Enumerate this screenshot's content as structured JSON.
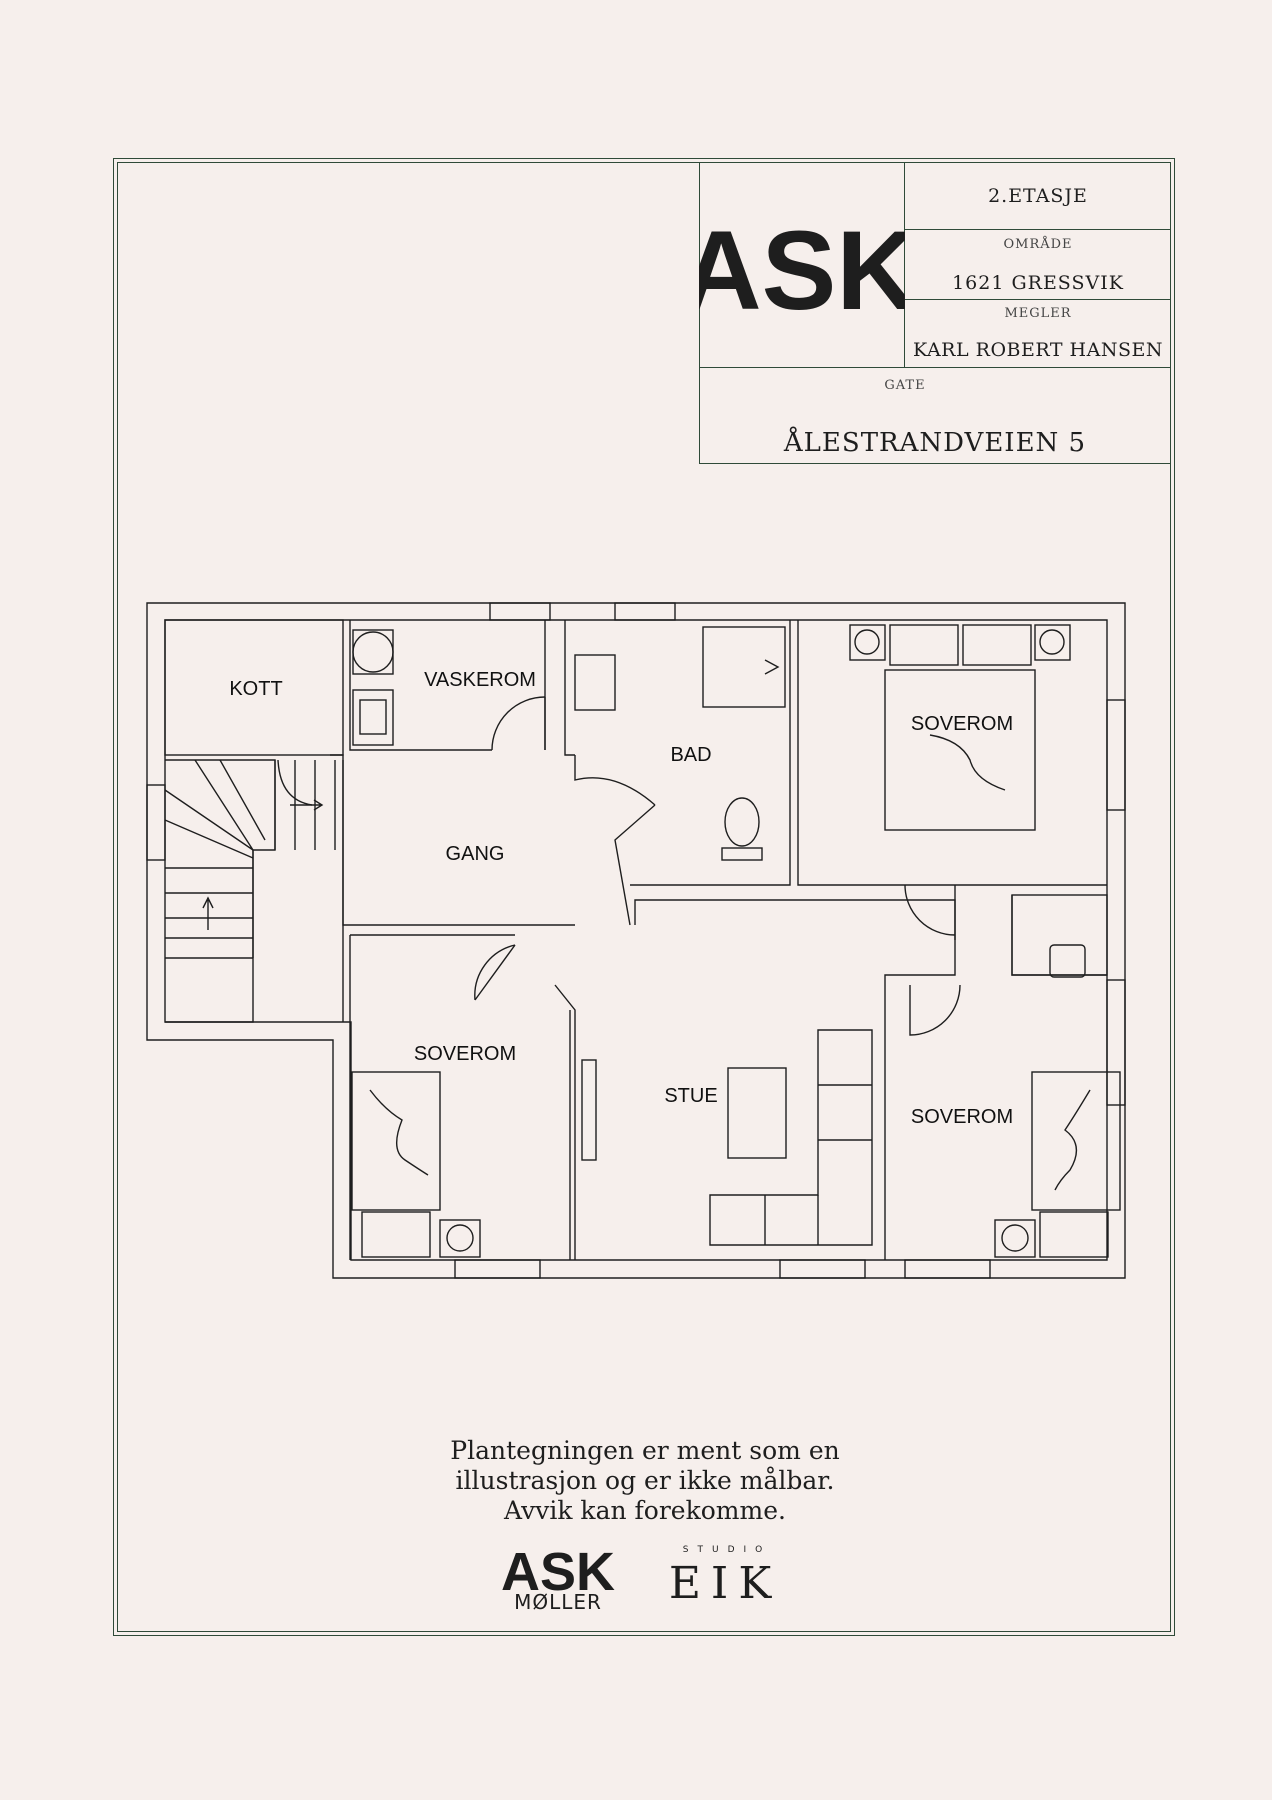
{
  "title_block": {
    "logo_text": "ASK",
    "floor": "2.ETASJE",
    "area_label": "OMRÅDE",
    "area_value": "1621 GRESSVIK",
    "broker_label": "MEGLER",
    "broker_value": "KARL ROBERT HANSEN",
    "street_label": "GATE",
    "street_value": "ÅLESTRANDVEIEN 5"
  },
  "rooms": {
    "kott": "KOTT",
    "vaskerom": "VASKEROM",
    "bad": "BAD",
    "soverom_top_right": "SOVEROM",
    "gang": "GANG",
    "soverom_bottom_left": "SOVEROM",
    "stue": "STUE",
    "soverom_bottom_right": "SOVEROM"
  },
  "disclaimer": {
    "line1": "Plantegningen er ment som en",
    "line2": "illustrasjon og er ikke målbar.",
    "line3": "Avvik kan forekomme."
  },
  "footer_logos": {
    "ask_moller_mark": "ASK",
    "ask_moller_word": "MØLLER",
    "studio_word": "STUDIO",
    "eik_word": "EIK"
  },
  "colors": {
    "background": "#f6efec",
    "frame": "#2f4a38",
    "ink": "#1e1e1e"
  }
}
